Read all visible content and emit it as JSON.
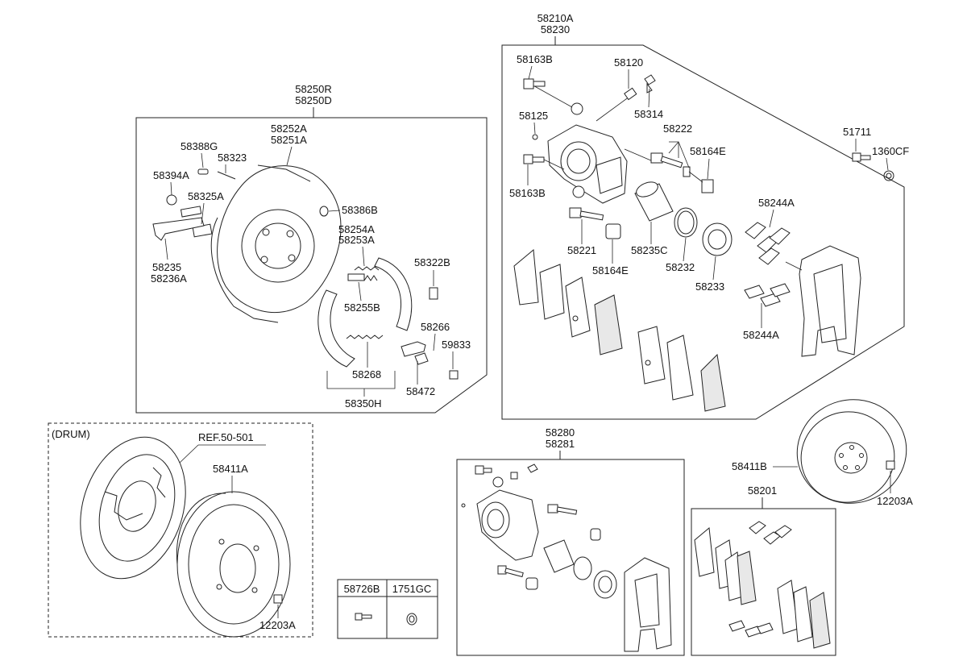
{
  "labels": {
    "caliper_assy_a": "58210A",
    "caliper_assy_b": "58230",
    "bolt_top": "58163B",
    "bleeder": "58120",
    "cap": "58314",
    "small_cap": "58125",
    "guide_pair": "58222",
    "boot_right": "58164E",
    "bolt_lower": "58163B",
    "guide_pin": "58221",
    "boot_lower": "58164E",
    "piston": "58235C",
    "piston_seal": "58232",
    "piston_boot": "58233",
    "pad_clip_upper": "58244A",
    "pad_clip_lower": "58244A",
    "bolt_51711": "51711",
    "washer_1360": "1360CF",
    "backplate_r": "58250R",
    "backplate_d": "58250D",
    "shoe_assy_a": "58252A",
    "shoe_assy_b": "58251A",
    "pin_58388": "58388G",
    "pin_58323": "58323",
    "bolt_58394": "58394A",
    "bracket_58325": "58325A",
    "plug_58386": "58386B",
    "spring_58254": "58254A",
    "spring_58253": "58253A",
    "clip_58322": "58322B",
    "lever_58235": "58235",
    "lever_58236": "58236A",
    "spring_58255": "58255B",
    "kit_58266": "58266",
    "screw_59833": "59833",
    "spring_58268": "58268",
    "adjuster_58472": "58472",
    "shoe_set": "58350H",
    "drum_title": "(DRUM)",
    "ref": "REF.50-501",
    "drum_part": "58411A",
    "drum_bolt": "12203A",
    "tbl_col1": "58726B",
    "tbl_col2": "1751GC",
    "caliper2_a": "58280",
    "caliper2_b": "58281",
    "disc": "58411B",
    "disc_bolt": "12203A",
    "pad_kit": "58201"
  }
}
